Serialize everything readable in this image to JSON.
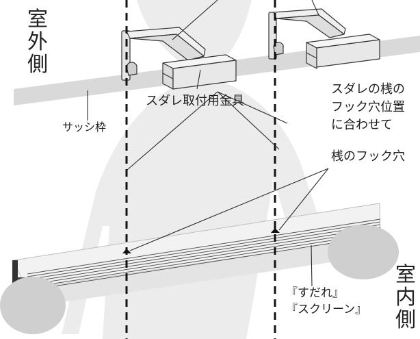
{
  "labels": {
    "outdoor_side": [
      "室",
      "外",
      "側"
    ],
    "indoor_side": [
      "室",
      "内",
      "側"
    ],
    "sash_frame": "サッシ枠",
    "bracket": "スダレ取付用金具",
    "align_note": [
      "スダレの桟の",
      "フック穴位置",
      "に合わせて"
    ],
    "hook_hole": "桟のフック穴",
    "product_types": [
      "『すだれ』",
      "『スクリーン』"
    ]
  },
  "colors": {
    "silhouette": "#ececec",
    "sash": "#d9d9d9",
    "metal": "#e9e9e9",
    "outline": "#333333",
    "text": "#1e1e1e",
    "cap": "#cfcfcf",
    "blind": "#f2f2f2"
  }
}
